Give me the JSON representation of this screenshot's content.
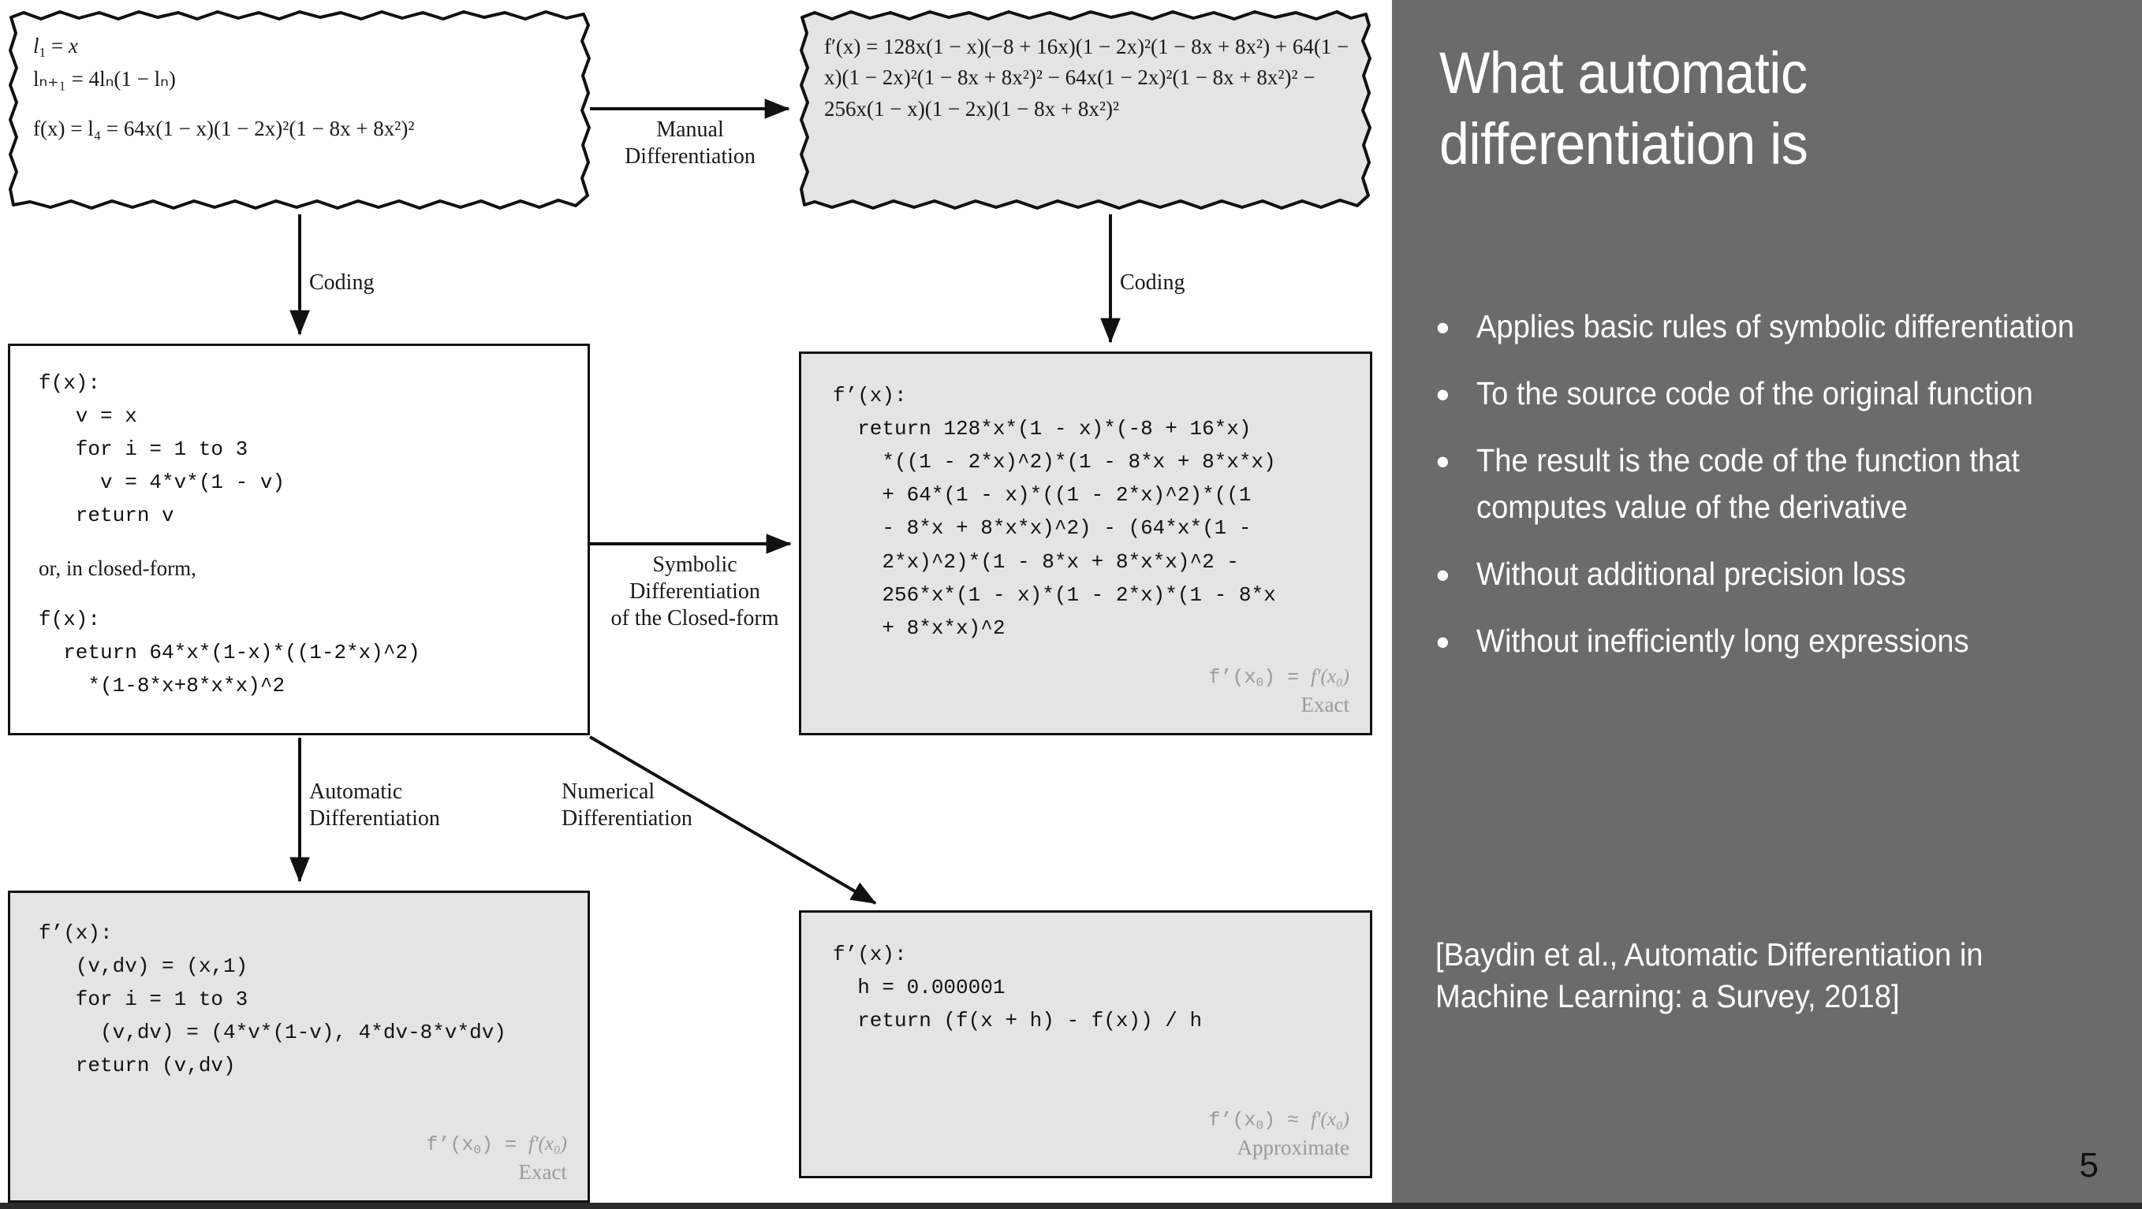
{
  "slide": {
    "page_number": "5",
    "panel_bg": "#6b6b6b",
    "box_shade_bg": "#e4e4e4"
  },
  "panel": {
    "title": "What automatic differentiation is",
    "bullet_marker": "●",
    "bullets": [
      "Applies basic rules of symbolic differentiation",
      "To the source code of the original function",
      "The result is the code of the function that computes value of the derivative",
      "Without additional precision loss",
      "Without inefficiently long expressions"
    ],
    "citation": "[Baydin et al., Automatic Differentiation in Machine Learning: a Survey, 2018]"
  },
  "diagram": {
    "boxes": {
      "original_function": {
        "line1_lhs": "l",
        "line1_sub": "1",
        "line1_rhs": "= x",
        "line2": "lₙ₊₁ = 4lₙ(1 − lₙ)",
        "line3": "f(x) = l₄ = 64x(1 − x)(1 − 2x)²(1 − 8x + 8x²)²"
      },
      "manual_derivative": {
        "formula": "f′(x) = 128x(1 − x)(−8 + 16x)(1 − 2x)²(1 − 8x + 8x²) + 64(1 − x)(1 − 2x)²(1 − 8x + 8x²)² − 64x(1 − 2x)²(1 − 8x + 8x²)² − 256x(1 − x)(1 − 2x)(1 − 8x + 8x²)²"
      },
      "function_code": {
        "code_top": "f(x):\n   v = x\n   for i = 1 to 3\n     v = 4*v*(1 - v)\n   return v",
        "middle_text": "or, in closed-form,",
        "code_bottom": "f(x):\n  return 64*x*(1-x)*((1-2*x)^2)\n    *(1-8*x+8*x*x)^2"
      },
      "symbolic_code": {
        "code": "f’(x):\n  return 128*x*(1 - x)*(-8 + 16*x)\n    *((1 - 2*x)^2)*(1 - 8*x + 8*x*x)\n    + 64*(1 - x)*((1 - 2*x)^2)*((1\n    - 8*x + 8*x*x)^2) - (64*x*(1 -\n    2*x)^2)*(1 - 8*x + 8*x*x)^2 -\n    256*x*(1 - x)*(1 - 2*x)*(1 - 8*x\n    + 8*x*x)^2",
        "note_mono": "f’(x",
        "note_sub": "0",
        "note_mono_tail": ") = ",
        "note_serif": "f′(x₀)",
        "note_label": "Exact"
      },
      "automatic_code": {
        "code": "f’(x):\n   (v,dv) = (x,1)\n   for i = 1 to 3\n     (v,dv) = (4*v*(1-v), 4*dv-8*v*dv)\n   return (v,dv)",
        "note_mono": "f’(x",
        "note_sub": "0",
        "note_mono_tail": ") = ",
        "note_serif": "f′(x₀)",
        "note_label": "Exact"
      },
      "numeric_code": {
        "code": "f’(x):\n  h = 0.000001\n  return (f(x + h) - f(x)) / h",
        "note_mono": "f’(x",
        "note_sub": "0",
        "note_mono_tail": ") ≈ ",
        "note_serif": "f′(x₀)",
        "note_label": "Approximate"
      }
    },
    "arrow_labels": {
      "manual": "Manual\nDifferentiation",
      "coding_left": "Coding",
      "coding_right": "Coding",
      "symbolic": "Symbolic\nDifferentiation\nof the Closed-form",
      "automatic": "Automatic\nDifferentiation",
      "numerical": "Numerical\nDifferentiation"
    }
  }
}
